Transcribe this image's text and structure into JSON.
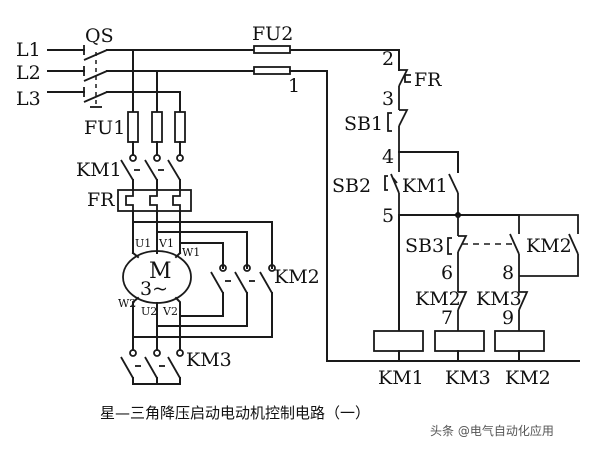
{
  "diagram": {
    "title": "Star-Delta reduced-voltage motor starting control circuit (1)",
    "power_circuit": {
      "phases": [
        "L1",
        "L2",
        "L3"
      ],
      "main_switch": "QS",
      "fuses": "FU1",
      "main_contactor": "KM1",
      "overload_relay": "FR",
      "motor": {
        "symbol": "M",
        "type": "3~"
      },
      "terminals_top": [
        "U1",
        "V1",
        "W1"
      ],
      "terminals_bottom": [
        "W2",
        "U2",
        "V2"
      ],
      "delta_contactor": "KM2",
      "star_contactor": "KM3"
    },
    "control_circuit": {
      "fuse": "FU2",
      "nodes": [
        "1",
        "2",
        "3",
        "4",
        "5",
        "6",
        "7",
        "8",
        "9"
      ],
      "overload_contact": "FR",
      "stop_button": "SB1",
      "start_button": "SB2",
      "hold_contact": "KM1",
      "switch_button": "SB3",
      "delta_hold_contact": "KM2",
      "interlock_km2": "KM2",
      "interlock_km3": "KM3",
      "coils": [
        "KM1",
        "KM3",
        "KM2"
      ]
    }
  },
  "caption": "星—三角降压启动电动机控制电路（一）",
  "watermark": "头条 @电气自动化应用"
}
